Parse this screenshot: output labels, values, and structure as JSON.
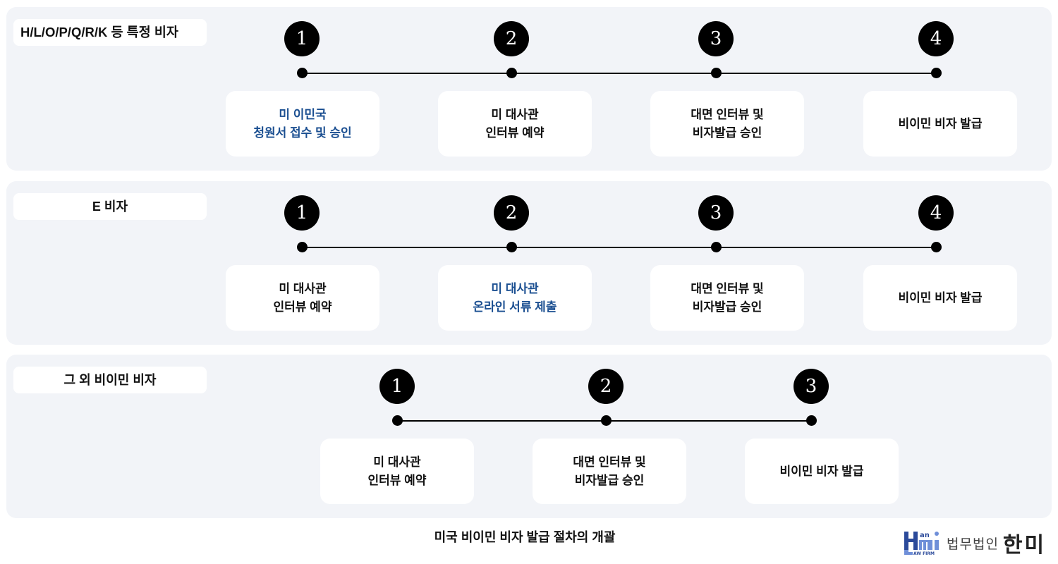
{
  "rows": [
    {
      "label": "H/L/O/P/Q/R/K 등 특정 비자",
      "steps": [
        {
          "num": "1",
          "text": "미 이민국\n청원서 접수 및 승인",
          "highlight": true
        },
        {
          "num": "2",
          "text": "미 대사관\n인터뷰 예약",
          "highlight": false
        },
        {
          "num": "3",
          "text": "대면 인터뷰 및\n비자발급 승인",
          "highlight": false
        },
        {
          "num": "4",
          "text": "비이민 비자 발급",
          "highlight": false
        }
      ]
    },
    {
      "label": "E 비자",
      "steps": [
        {
          "num": "1",
          "text": "미 대사관\n인터뷰 예약",
          "highlight": false
        },
        {
          "num": "2",
          "text": "미 대사관\n온라인 서류 제출",
          "highlight": true
        },
        {
          "num": "3",
          "text": "대면 인터뷰 및\n비자발급 승인",
          "highlight": false
        },
        {
          "num": "4",
          "text": "비이민 비자 발급",
          "highlight": false
        }
      ]
    },
    {
      "label": "그 외 비이민 비자",
      "steps": [
        {
          "num": "1",
          "text": "미 대사관\n인터뷰 예약",
          "highlight": false
        },
        {
          "num": "2",
          "text": "대면 인터뷰 및\n비자발급 승인",
          "highlight": false
        },
        {
          "num": "3",
          "text": "비이민 비자 발급",
          "highlight": false
        }
      ]
    }
  ],
  "caption": "미국 비이민 비자 발급 절차의 개괄",
  "logo": {
    "mark_top": "an",
    "mark_sub": "AW FIRM",
    "small": "법무법인",
    "big": "한미"
  },
  "colors": {
    "panel_bg": "#f2f4f8",
    "highlight_text": "#1b4f91",
    "logo_blue": "#2b4a9a",
    "logo_light_blue": "#6f8fd8"
  }
}
